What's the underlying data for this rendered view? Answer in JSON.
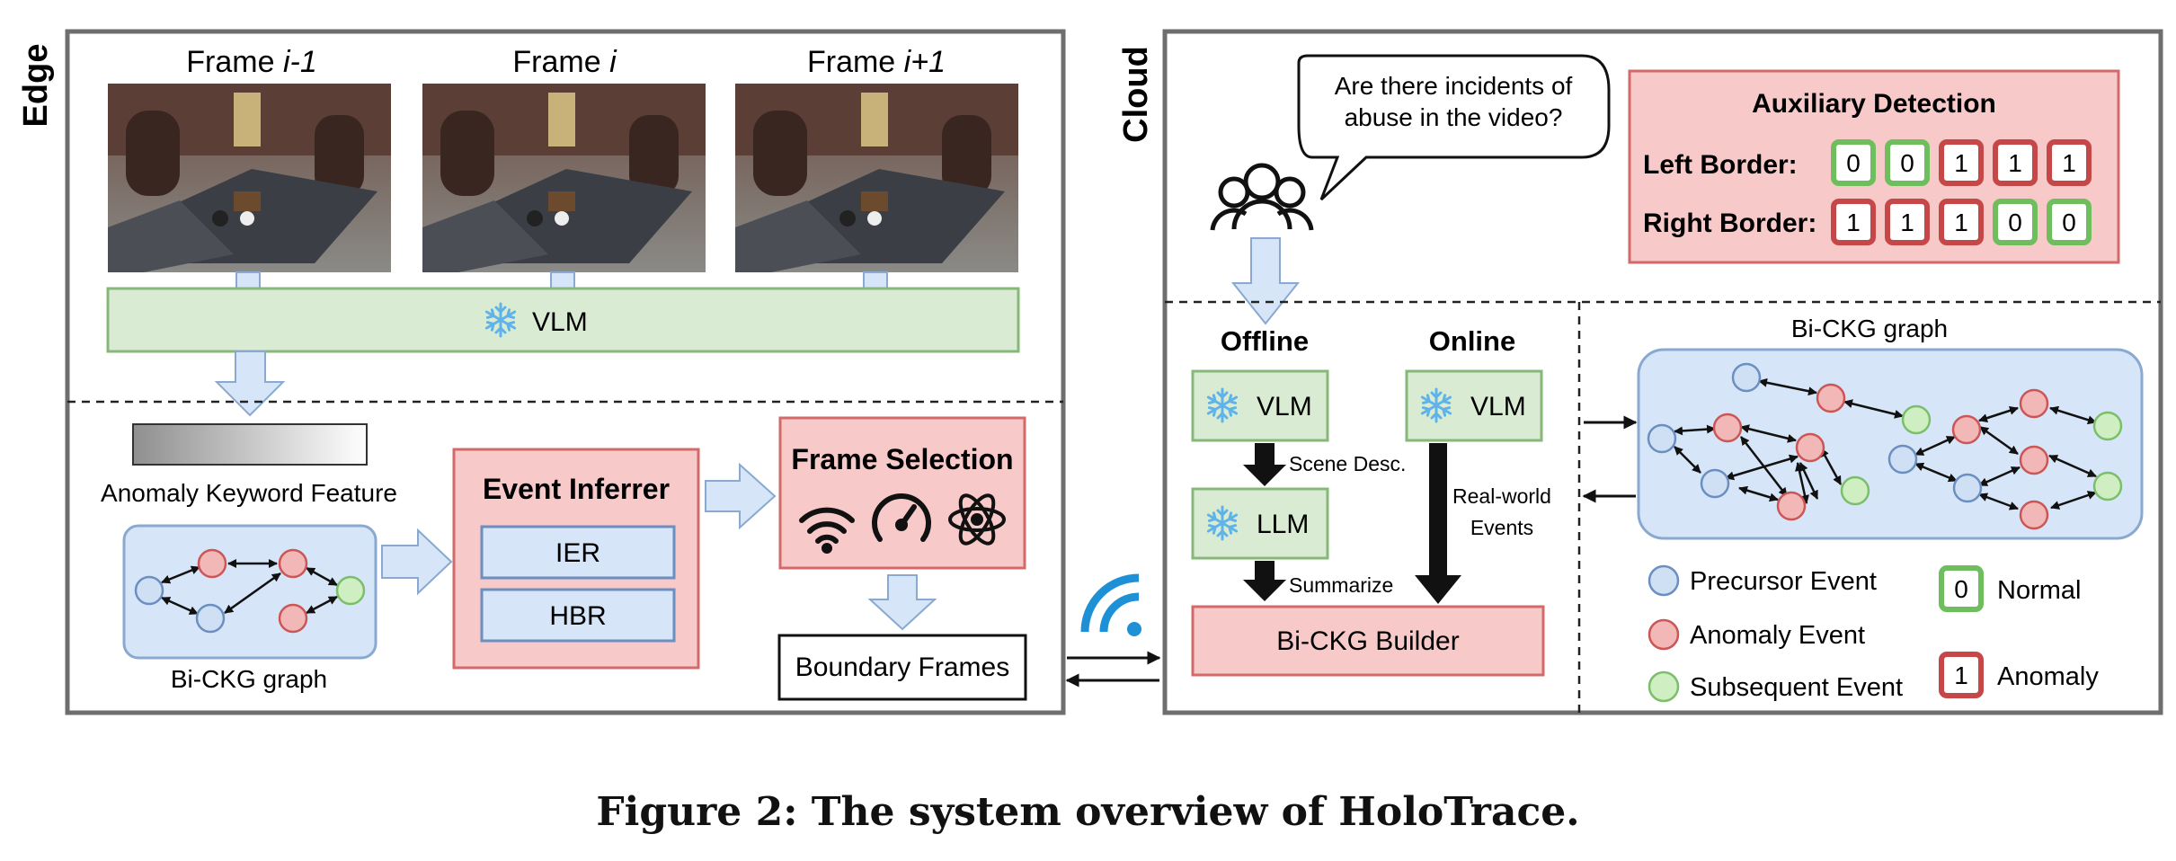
{
  "edge": {
    "label": "Edge",
    "frames": [
      {
        "prefix": "Frame ",
        "index": "i-1"
      },
      {
        "prefix": "Frame ",
        "index": "i"
      },
      {
        "prefix": "Frame ",
        "index": "i+1"
      }
    ],
    "vlm_label": "VLM",
    "anomaly_keyword_label": "Anomaly Keyword Feature",
    "graph_label": "Bi-CKG graph",
    "event_inferrer": {
      "title": "Event Inferrer",
      "items": [
        "IER",
        "HBR"
      ]
    },
    "frame_selection": {
      "title": "Frame Selection",
      "icons": [
        "wifi-icon",
        "speedometer-icon",
        "atom-icon"
      ]
    },
    "boundary_frames_label": "Boundary Frames"
  },
  "cloud": {
    "label": "Cloud",
    "query": [
      "Are there incidents of",
      "abuse in the video?"
    ],
    "auxiliary": {
      "title": "Auxiliary Detection",
      "left_label": "Left Border:",
      "left_values": [
        "0",
        "0",
        "1",
        "1",
        "1"
      ],
      "right_label": "Right Border:",
      "right_values": [
        "1",
        "1",
        "1",
        "0",
        "0"
      ]
    },
    "offline": {
      "title": "Offline",
      "vlm": "VLM",
      "scene_desc": "Scene Desc.",
      "llm": "LLM",
      "summarize": "Summarize"
    },
    "online": {
      "title": "Online",
      "vlm": "VLM",
      "events": [
        "Real-world",
        "Events"
      ]
    },
    "builder_label": "Bi-CKG Builder",
    "graph_title": "Bi-CKG graph",
    "legend": {
      "precursor": "Precursor Event",
      "anomaly": "Anomaly Event",
      "subsequent": "Subsequent Event",
      "normal_value": "0",
      "normal": "Normal",
      "anomaly_value": "1",
      "anomaly_label": "Anomaly"
    }
  },
  "colors": {
    "precursor": "#cfe0f5",
    "anomaly": "#f2b8b8",
    "subsequent": "#cfeec2",
    "green_box": "#d9ecd3",
    "red_box": "#f7c9c9",
    "blue_box": "#d6e6f8",
    "arrow_fill": "#d6e6f8",
    "wifi": "#1e90d6",
    "snowflake": "#5fb3e8"
  },
  "caption": "Figure 2: The system overview of HoloTrace."
}
